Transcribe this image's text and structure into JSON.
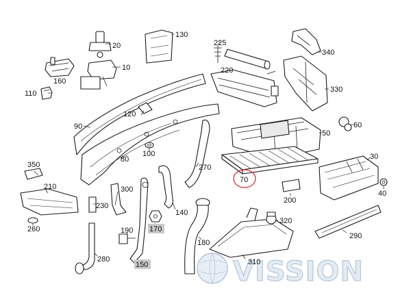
{
  "diagram": {
    "callouts": [
      {
        "id": "110",
        "text": "110"
      },
      {
        "id": "160",
        "text": "160"
      },
      {
        "id": "20",
        "text": "20"
      },
      {
        "id": "10",
        "text": "10"
      },
      {
        "id": "130",
        "text": "130"
      },
      {
        "id": "225",
        "text": "225"
      },
      {
        "id": "220",
        "text": "220"
      },
      {
        "id": "340",
        "text": "340"
      },
      {
        "id": "330",
        "text": "330"
      },
      {
        "id": "90",
        "text": "90"
      },
      {
        "id": "120",
        "text": "120"
      },
      {
        "id": "80",
        "text": "80"
      },
      {
        "id": "100",
        "text": "100"
      },
      {
        "id": "270",
        "text": "270"
      },
      {
        "id": "50",
        "text": "50"
      },
      {
        "id": "60",
        "text": "60"
      },
      {
        "id": "30",
        "text": "30"
      },
      {
        "id": "40",
        "text": "40"
      },
      {
        "id": "70",
        "text": "70"
      },
      {
        "id": "200",
        "text": "200"
      },
      {
        "id": "350",
        "text": "350"
      },
      {
        "id": "210",
        "text": "210"
      },
      {
        "id": "230",
        "text": "230"
      },
      {
        "id": "300",
        "text": "300"
      },
      {
        "id": "140",
        "text": "140"
      },
      {
        "id": "170",
        "text": "170"
      },
      {
        "id": "190",
        "text": "190"
      },
      {
        "id": "260",
        "text": "260"
      },
      {
        "id": "280",
        "text": "280"
      },
      {
        "id": "150",
        "text": "150"
      },
      {
        "id": "180",
        "text": "180"
      },
      {
        "id": "310",
        "text": "310"
      },
      {
        "id": "320",
        "text": "320"
      },
      {
        "id": "290",
        "text": "290"
      }
    ],
    "highlighted": [
      "170",
      "150"
    ],
    "circled": "70",
    "circle_color": "#d62020",
    "highlight_color": "#c9c9c9"
  },
  "watermark": {
    "text": "VISSION",
    "color": "#a9bdd4"
  }
}
